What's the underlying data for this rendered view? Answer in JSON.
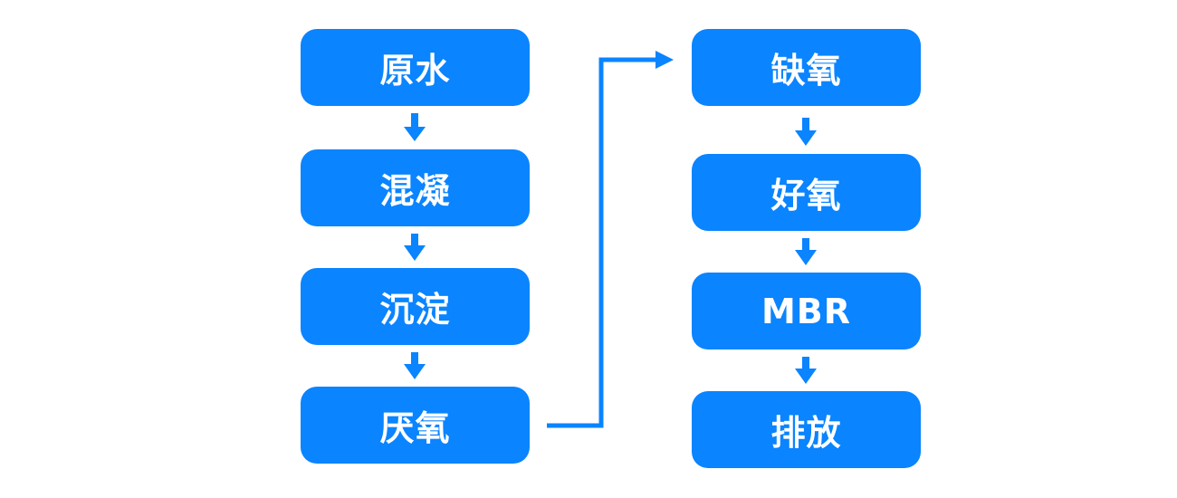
{
  "diagram": {
    "accent_color": "#0a84ff",
    "nodes": [
      {
        "id": "n0",
        "label": "原水"
      },
      {
        "id": "n1",
        "label": "混凝"
      },
      {
        "id": "n2",
        "label": "沉淀"
      },
      {
        "id": "n3",
        "label": "厌氧"
      },
      {
        "id": "n4",
        "label": "缺氧"
      },
      {
        "id": "n5",
        "label": "好氧"
      },
      {
        "id": "n6",
        "label": "MBR"
      },
      {
        "id": "n7",
        "label": "排放"
      }
    ],
    "edges": [
      {
        "from": "n0",
        "to": "n1"
      },
      {
        "from": "n1",
        "to": "n2"
      },
      {
        "from": "n2",
        "to": "n3"
      },
      {
        "from": "n3",
        "to": "n4"
      },
      {
        "from": "n4",
        "to": "n5"
      },
      {
        "from": "n5",
        "to": "n6"
      },
      {
        "from": "n6",
        "to": "n7"
      }
    ]
  }
}
